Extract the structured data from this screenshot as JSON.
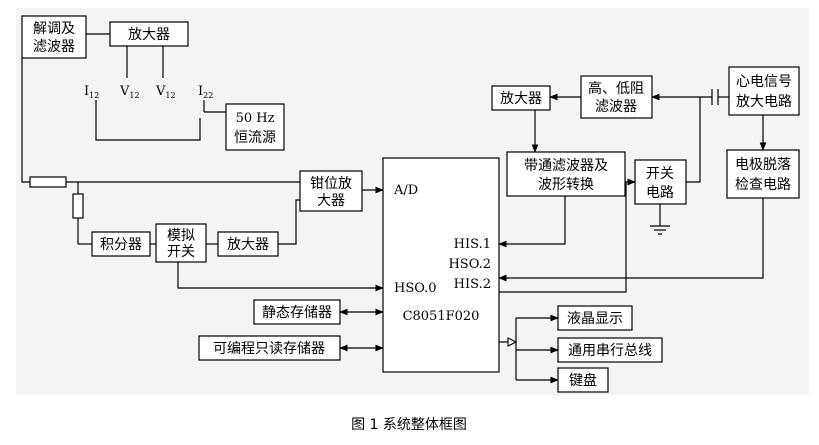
{
  "figure": {
    "caption": "图 1 系统整体框图"
  },
  "blocks": {
    "demod": [
      "解调及",
      "滤波器"
    ],
    "amp_top": "放大器",
    "current_source": [
      "50 Hz",
      "恒流源"
    ],
    "integrator": "积分器",
    "analog_switch": [
      "模拟",
      "开关"
    ],
    "amp_mid": "放大器",
    "clamp_amp": [
      "钳位放",
      "大器"
    ],
    "bandpass": [
      "带通滤波器及",
      "波形转换"
    ],
    "amp_right": "放大器",
    "hl_filter": [
      "高、低阻",
      "滤波器"
    ],
    "ecg_amp": [
      "心电信号",
      "放大电路"
    ],
    "switch_circuit": [
      "开关",
      "电路"
    ],
    "electrode_check": [
      "电极脱落",
      "检查电路"
    ],
    "static_storage": "静态存储器",
    "prom": "可编程只读存储器",
    "lcd": "液晶显示",
    "bus": "通用串行总线",
    "keyboard": "键盘"
  },
  "mcu": {
    "ad": "A/D",
    "his1": "HIS.1",
    "hso2": "HSO.2",
    "his2": "HIS.2",
    "hso0": "HSO.0",
    "name": "C8051F020"
  },
  "electrodes": {
    "i12": {
      "main": "I",
      "sub": "12"
    },
    "v12a": {
      "main": "V",
      "sub": "12"
    },
    "v12b": {
      "main": "V",
      "sub": "12"
    },
    "i22": {
      "main": "I",
      "sub": "22"
    }
  }
}
